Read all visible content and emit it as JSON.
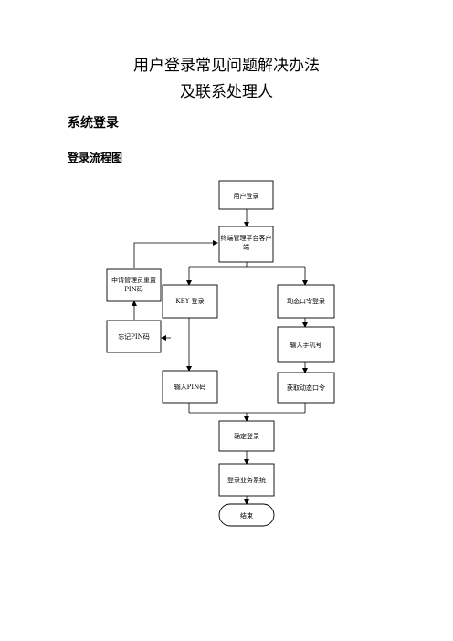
{
  "doc": {
    "title_line1": "用户登录常见问题解决办法",
    "title_line2": "及联系处理人",
    "section_heading": "系统登录",
    "subsection_heading": "登录流程图"
  },
  "flowchart": {
    "nodes": {
      "user_login": "用户登录",
      "client_line1": "终端管理平台客户",
      "client_line2": "端",
      "apply_reset_line1": "申请管理员重置",
      "apply_reset_line2": "PIN码",
      "key_login": "KEY 登录",
      "dynamic_login": "动态口令登录",
      "forgot_pin": "忘记PIN码",
      "input_phone": "输入手机号",
      "input_pin": "输入PIN码",
      "get_dynamic_code": "获取动态口令",
      "confirm_login": "确定登录",
      "login_business": "登录业务系统",
      "end": "结束"
    }
  }
}
